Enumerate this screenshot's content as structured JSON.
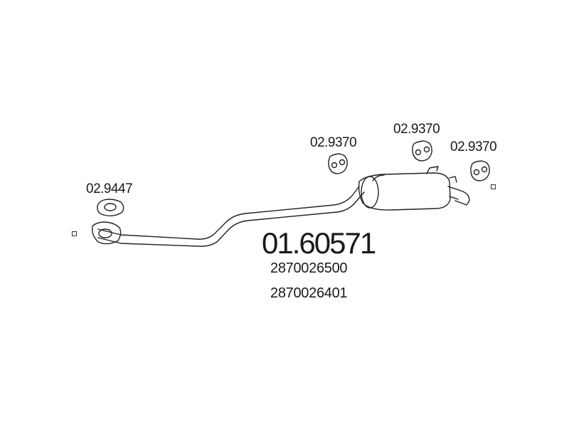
{
  "parts": {
    "main": "01.60571",
    "oe_numbers": [
      "2870026500",
      "2870026401"
    ],
    "flange_gasket": "02.9447",
    "hanger_1": "02.9370",
    "hanger_2": "02.9370",
    "hanger_3": "02.9370"
  }
}
